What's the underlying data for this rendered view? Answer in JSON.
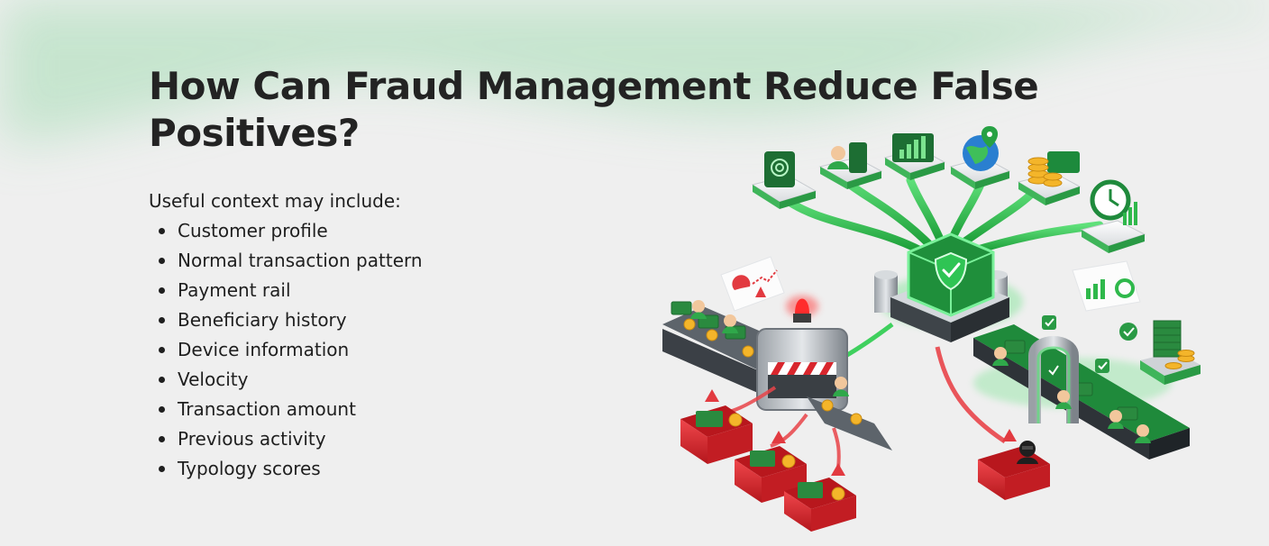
{
  "title": "How Can Fraud Management Reduce False Positives?",
  "context": {
    "intro": "Useful context may include:",
    "items": [
      "Customer profile",
      "Normal transaction pattern",
      "Payment rail",
      "Beneficiary history",
      "Device information",
      "Velocity",
      "Transaction amount",
      "Previous activity",
      "Typology scores"
    ]
  },
  "colors": {
    "background": "#efefef",
    "accent_green": "#1fae3c",
    "alert_red": "#d8262d",
    "text": "#232323"
  },
  "illustration": {
    "icons": [
      "fingerprint-device-icon",
      "user-profile-icon",
      "chart-icon",
      "globe-location-icon",
      "coins-card-icon",
      "clock-icon",
      "shield-check-icon",
      "alarm-light-icon",
      "hacker-icon"
    ]
  }
}
